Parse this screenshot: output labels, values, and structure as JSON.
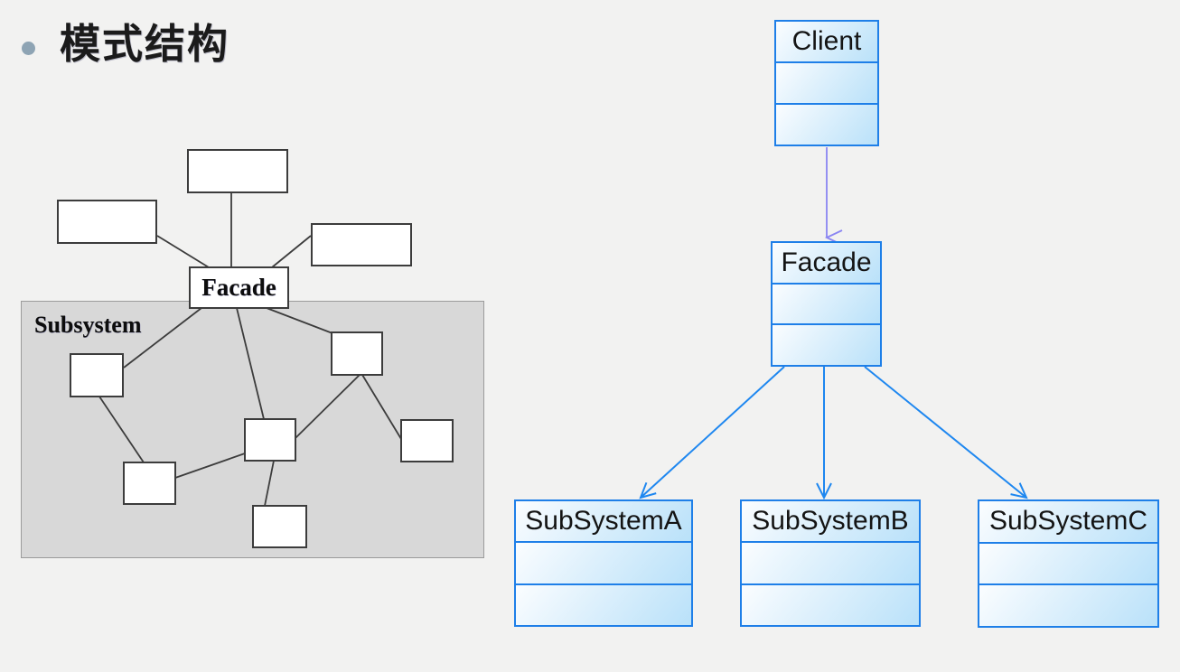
{
  "slide": {
    "title": "模式结构",
    "bullet_color": "#8ea4b4",
    "background_color": "#f2f2f1"
  },
  "concept_diagram": {
    "facade_label": "Facade",
    "subsystem_label": "Subsystem",
    "region_fill": "#d8d8d8",
    "box_border_color": "#3c3c3c",
    "line_color": "#3c3c3c",
    "unlabeled_outer_box_count": 3,
    "unlabeled_subsystem_box_count": 6
  },
  "uml_diagram": {
    "client_label": "Client",
    "facade_label": "Facade",
    "subsystem_labels": [
      "SubSystemA",
      "SubSystemB",
      "SubSystemC"
    ],
    "box_border_color": "#1e7fe8",
    "box_fill_light": "#fbfdff",
    "box_fill_dark": "#b9e1f9",
    "dependency_arrow_color": "#1e87f0",
    "client_arrow_color": "#8a85f2"
  }
}
